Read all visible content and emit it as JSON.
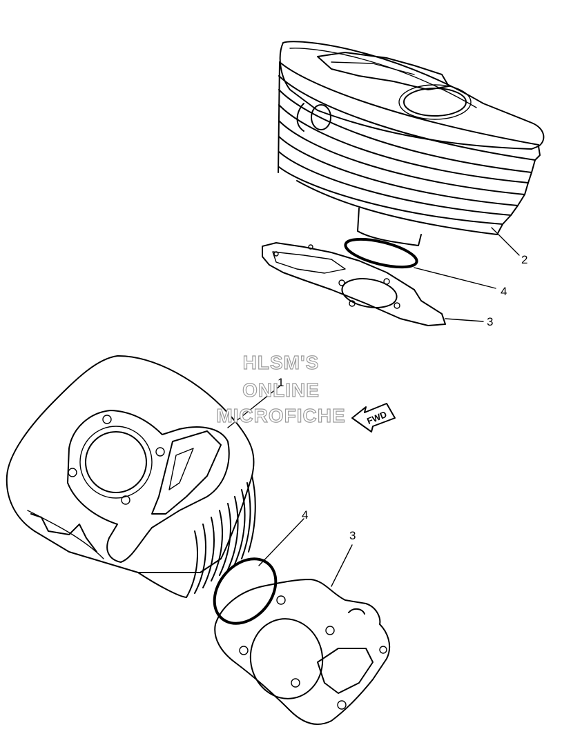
{
  "watermark": {
    "line1": "HLSM'S",
    "line2": "ONLINE",
    "line3": "MICROFICHE"
  },
  "direction_arrow": {
    "label": "FWD",
    "icon": "forward-arrow-icon"
  },
  "callouts": {
    "top_cylinder": "2",
    "top_oring": "4",
    "top_gasket": "3",
    "bottom_cylinder": "1",
    "bottom_oring": "4",
    "bottom_gasket": "3"
  }
}
